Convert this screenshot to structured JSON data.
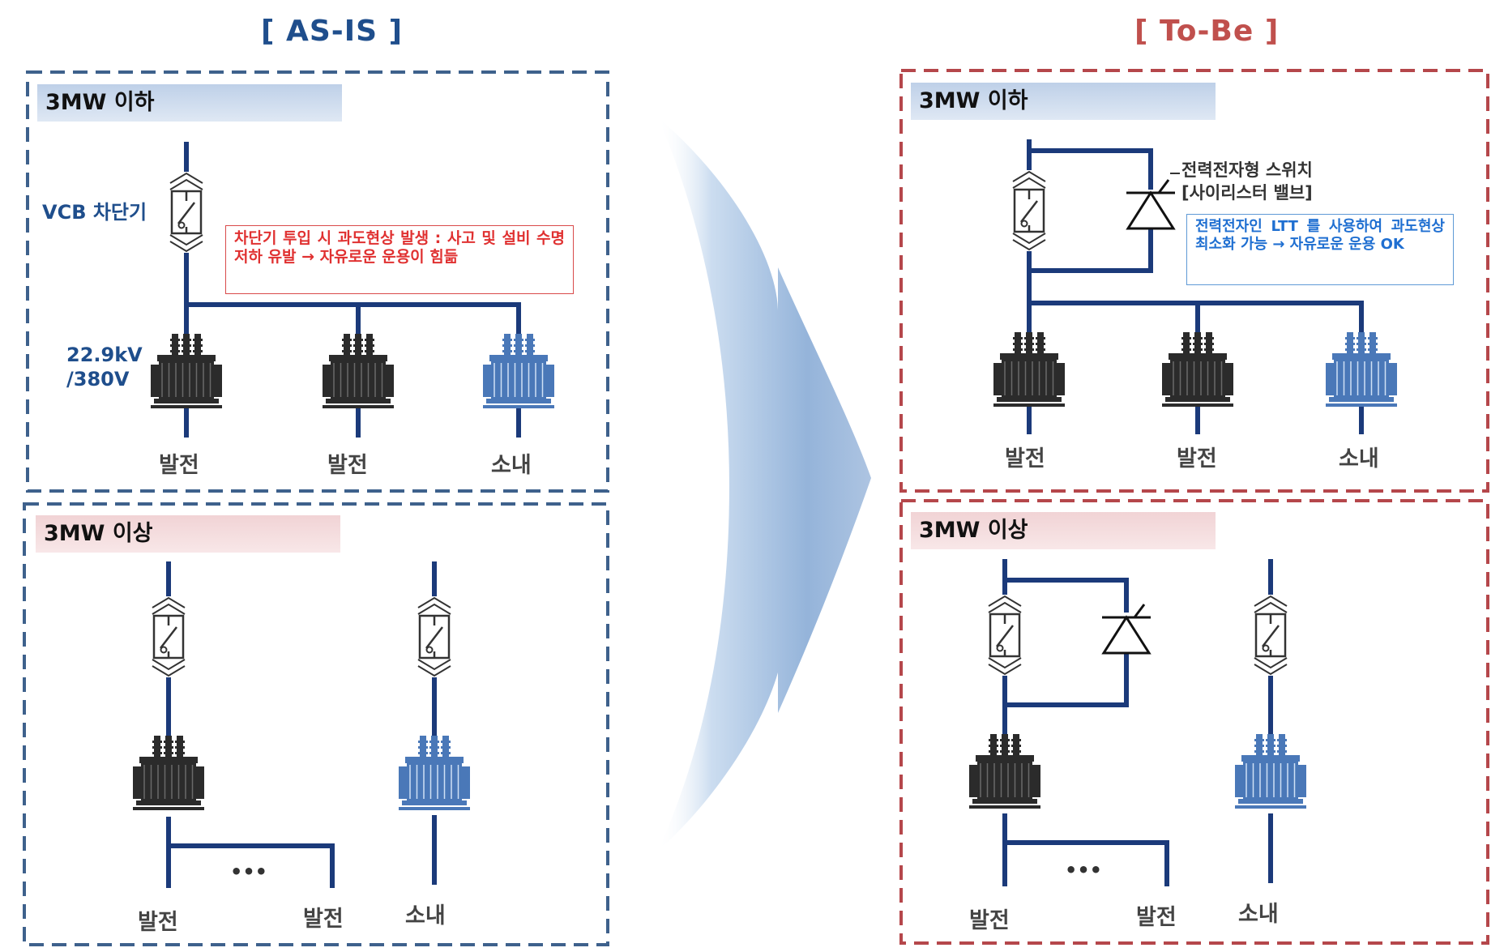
{
  "as_is": {
    "title": "[ AS-IS ]",
    "title_color": "#1f4e8c",
    "border_color": "#3e618c",
    "upper": {
      "header": "3MW 이하",
      "vcb_label": "VCB 차단기",
      "voltage_label_1": "22.9kV",
      "voltage_label_2": "/380V",
      "note": "차단기 투입 시 과도현상 발생 : 사고 및 설비 수명저하 유발 → 자유로운 운용이 힘듦",
      "note_color": "#e03131",
      "loads": [
        "발전",
        "발전",
        "소내"
      ]
    },
    "lower": {
      "header": "3MW 이상",
      "ellipsis": "•••",
      "loads": [
        "발전",
        "발전",
        "소내"
      ]
    }
  },
  "to_be": {
    "title": "[ To-Be ]",
    "title_color": "#c0504d",
    "border_color": "#b5474b",
    "upper": {
      "header": "3MW 이하",
      "switch_label_1": "전력전자형 스위치",
      "switch_label_2": "[사이리스터 밸브]",
      "note": "전력전자인 LTT 를 사용하여 과도현상 최소화 가능 → 자유로운 운용 OK",
      "note_color": "#1f6fd1",
      "loads": [
        "발전",
        "발전",
        "소내"
      ]
    },
    "lower": {
      "header": "3MW 이상",
      "ellipsis": "•••",
      "loads": [
        "발전",
        "발전",
        "소내"
      ]
    }
  },
  "colors": {
    "line": "#1b3a7a",
    "transformer_dark": "#2b2b2b",
    "transformer_blue": "#4a78b8"
  },
  "icons": [
    "vcb-switch-icon",
    "transformer-icon",
    "thyristor-valve-icon",
    "arrow-icon"
  ]
}
